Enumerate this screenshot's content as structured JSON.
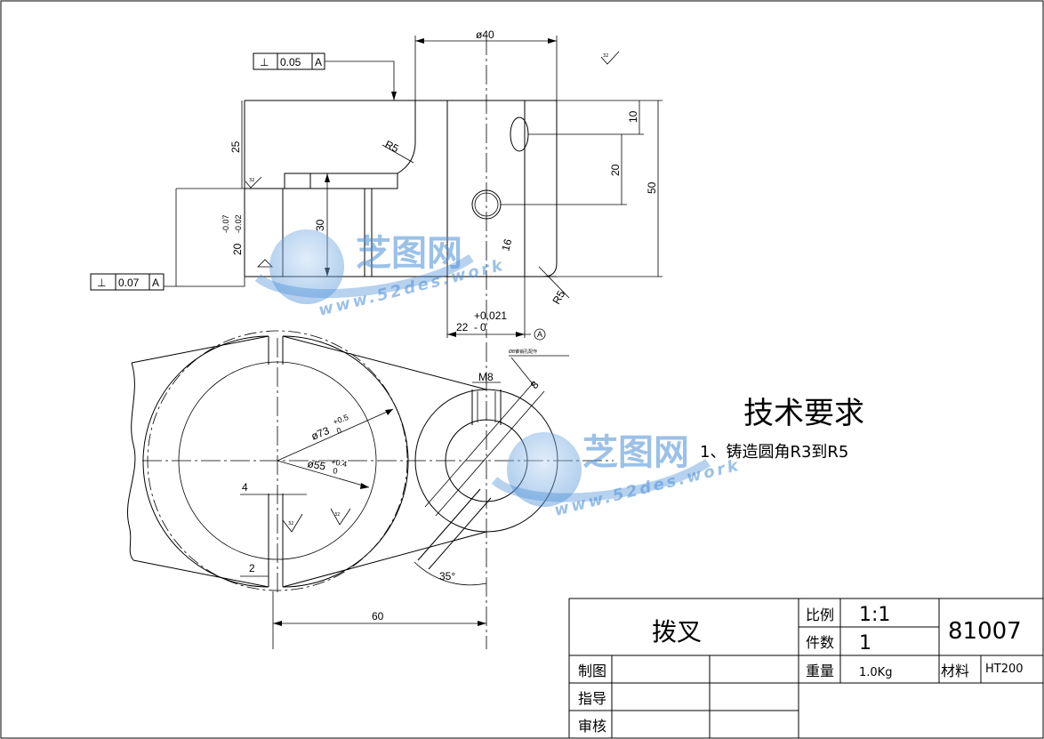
{
  "dims": {
    "d40": "ø40",
    "h25": "25",
    "h10": "10",
    "h20": "20",
    "h50": "50",
    "h30": "30",
    "tol_main": "20",
    "tol_upper": "-0.07",
    "tol_lower": "-0.02",
    "r5_top": "R5",
    "r5_bot": "R5",
    "d16": "16",
    "w22": "22",
    "tol22_upper": "+0,021",
    "tol22_lower": "0",
    "m8": "M8",
    "d8": "8",
    "d73": "ø73",
    "tol73_upper": "+0.5",
    "tol73_lower": "0",
    "d55": "ø55",
    "tol55_upper": "+0.4",
    "tol55_lower": "0",
    "w4": "4",
    "w2": "2",
    "w60": "60",
    "a35": "35°",
    "rough32": "32",
    "rough_side": "32",
    "note_hole": "Ø8锥销孔配作"
  },
  "gdt": {
    "top_symbol": "⊥",
    "top_value": "0.05",
    "top_datum": "A",
    "left_symbol": "⊥",
    "left_value": "0.07",
    "left_datum": "A",
    "datum_label": "A"
  },
  "requirements": {
    "title": "技术要求",
    "item1": "1、铸造圆角R3到R5"
  },
  "title_block": {
    "part_name": "拨叉",
    "scale_label": "比例",
    "scale_value": "1:1",
    "qty_label": "件数",
    "qty_value": "1",
    "drawing_no": "81007",
    "drawn_label": "制图",
    "weight_label": "重量",
    "weight_value": "1.0Kg",
    "material_label": "材料",
    "material_value": "HT200",
    "guide_label": "指导",
    "review_label": "审核"
  },
  "watermark": {
    "cn": "芝图网",
    "en": "www.52des.work"
  },
  "colors": {
    "line": "#000000",
    "watermark": "#4b8fd6"
  }
}
